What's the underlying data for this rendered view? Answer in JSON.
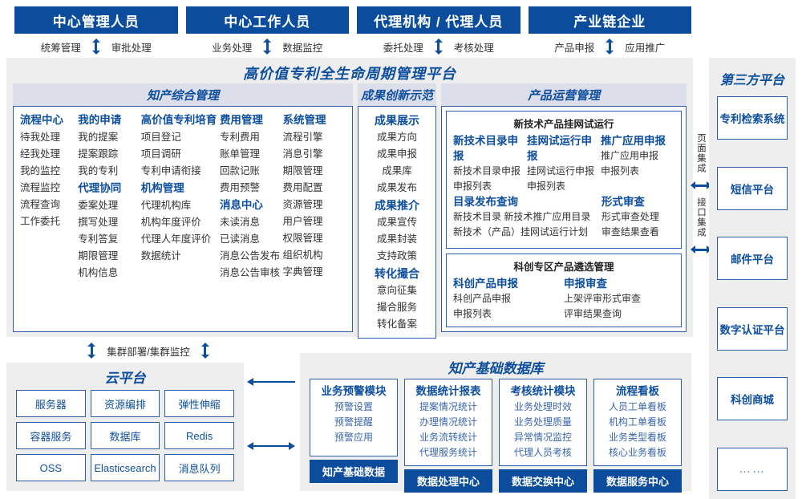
{
  "roles": [
    {
      "label": "中心管理人员",
      "left": "统筹管理",
      "right": "审批处理"
    },
    {
      "label": "中心工作人员",
      "left": "业务处理",
      "right": "数据监控"
    },
    {
      "label": "代理机构 / 代理人员",
      "left": "委托处理",
      "right": "考核处理"
    },
    {
      "label": "产业链企业",
      "left": "产品申报",
      "right": "应用推广"
    }
  ],
  "platform": {
    "title": "高价值专利全生命周期管理平台",
    "comprehensive": {
      "header": "知产综合管理",
      "columns": [
        {
          "groups": [
            {
              "head": "流程中心",
              "items": [
                "待我处理",
                "经我处理",
                "我的监控",
                "流程监控",
                "流程查询",
                "工作委托"
              ]
            }
          ]
        },
        {
          "groups": [
            {
              "head": "我的申请",
              "items": [
                "我的提案",
                "提案跟踪",
                "我的专利"
              ]
            },
            {
              "head": "代理协同",
              "items": [
                "委案处理",
                "撰写处理",
                "专利答复",
                "期限管理",
                "机构信息"
              ]
            }
          ]
        },
        {
          "groups": [
            {
              "head": "高价值专利培育",
              "items": [
                "项目登记",
                "项目调研",
                "专利申请衔接"
              ]
            },
            {
              "head": "机构管理",
              "items": [
                "代理机构库",
                "机构年度评价",
                "代理人年度评价",
                "数据统计"
              ]
            }
          ]
        },
        {
          "groups": [
            {
              "head": "费用管理",
              "items": [
                "专利费用",
                "账单管理",
                "回款记账",
                "费用预警"
              ]
            },
            {
              "head": "消息中心",
              "items": [
                "未读消息",
                "已读消息",
                "消息公告发布",
                "消息公告审核"
              ]
            }
          ]
        },
        {
          "groups": [
            {
              "head": "系统管理",
              "items": [
                "流程引擎",
                "消息引擎",
                "期限管理",
                "费用配置",
                "资源管理",
                "用户管理",
                "权限管理",
                "组织机构",
                "字典管理"
              ]
            }
          ]
        }
      ]
    },
    "achievement": {
      "header": "成果创新示范",
      "groups": [
        {
          "head": "成果展示",
          "items": [
            "成果方向",
            "成果申报",
            "成果库",
            "成果发布"
          ]
        },
        {
          "head": "成果推介",
          "items": [
            "成果宣传",
            "成果封装",
            "支持政策"
          ]
        },
        {
          "head": "转化撮合",
          "items": [
            "意向征集",
            "撮合服务",
            "转化备案"
          ]
        }
      ]
    },
    "operations": {
      "header": "产品运营管理",
      "boxes": [
        {
          "title": "新技术产品挂网试运行",
          "rows": [
            {
              "cells": [
                {
                  "head": "新技术目录申报",
                  "items": [
                    "新技术目录申报",
                    "申报列表"
                  ]
                },
                {
                  "head": "挂网试运行申报",
                  "items": [
                    "挂网试运行申报",
                    "申报列表"
                  ]
                },
                {
                  "head": "推广应用申报",
                  "items": [
                    "推广应用申报",
                    "申报列表"
                  ]
                }
              ]
            },
            {
              "cells": [
                {
                  "head": "目录发布查询",
                  "items": [
                    "新技术目录    新技术推广应用目录",
                    "新技术（产品）挂网试运行计划"
                  ]
                },
                {
                  "head": "形式审查",
                  "items": [
                    "形式审查处理",
                    "审查结果查看"
                  ]
                }
              ]
            }
          ]
        },
        {
          "title": "科创专区产品遴选管理",
          "rows": [
            {
              "cells": [
                {
                  "head": "科创产品申报",
                  "items": [
                    "科创产品申报",
                    "申报列表"
                  ]
                },
                {
                  "head": "申报审查",
                  "items": [
                    "上架评审形式审查",
                    "评审结果查询"
                  ]
                }
              ]
            }
          ]
        }
      ]
    }
  },
  "integration": {
    "page": "页面集成",
    "api": "接口集成"
  },
  "third_party": {
    "header": "第三方平台",
    "items": [
      "专利检索系统",
      "短信平台",
      "邮件平台",
      "数字认证平台",
      "科创商城",
      "……"
    ]
  },
  "cluster_label": "集群部署/集群监控",
  "cloud": {
    "header": "云平台",
    "items": [
      "服务器",
      "资源编排",
      "弹性伸缩",
      "容器服务",
      "数据库",
      "Redis",
      "OSS",
      "Elasticsearch",
      "消息队列"
    ]
  },
  "database": {
    "header": "知产基础数据库",
    "columns": [
      {
        "head": "业务预警模块",
        "items": [
          "预警设置",
          "预警提醒",
          "预警应用"
        ],
        "foot": "知产基础数据"
      },
      {
        "head": "数据统计报表",
        "items": [
          "提案情况统计",
          "办理情况统计",
          "业务流转统计",
          "代理服务统计"
        ],
        "foot": "数据处理中心"
      },
      {
        "head": "考核统计模块",
        "items": [
          "业务处理时效",
          "业务处理质量",
          "异常情况监控",
          "代理人员考核"
        ],
        "foot": "数据交换中心"
      },
      {
        "head": "流程看板",
        "items": [
          "人员工单看板",
          "机构工单看板",
          "业务类型看板",
          "核心业务看板"
        ],
        "foot": "数据服务中心"
      }
    ]
  },
  "colors": {
    "brand": "#0b4d9c",
    "accent": "#0d4f9e",
    "panel": "#efeeee",
    "header_band": "#dcdeea",
    "border": "#2f5fa8"
  }
}
